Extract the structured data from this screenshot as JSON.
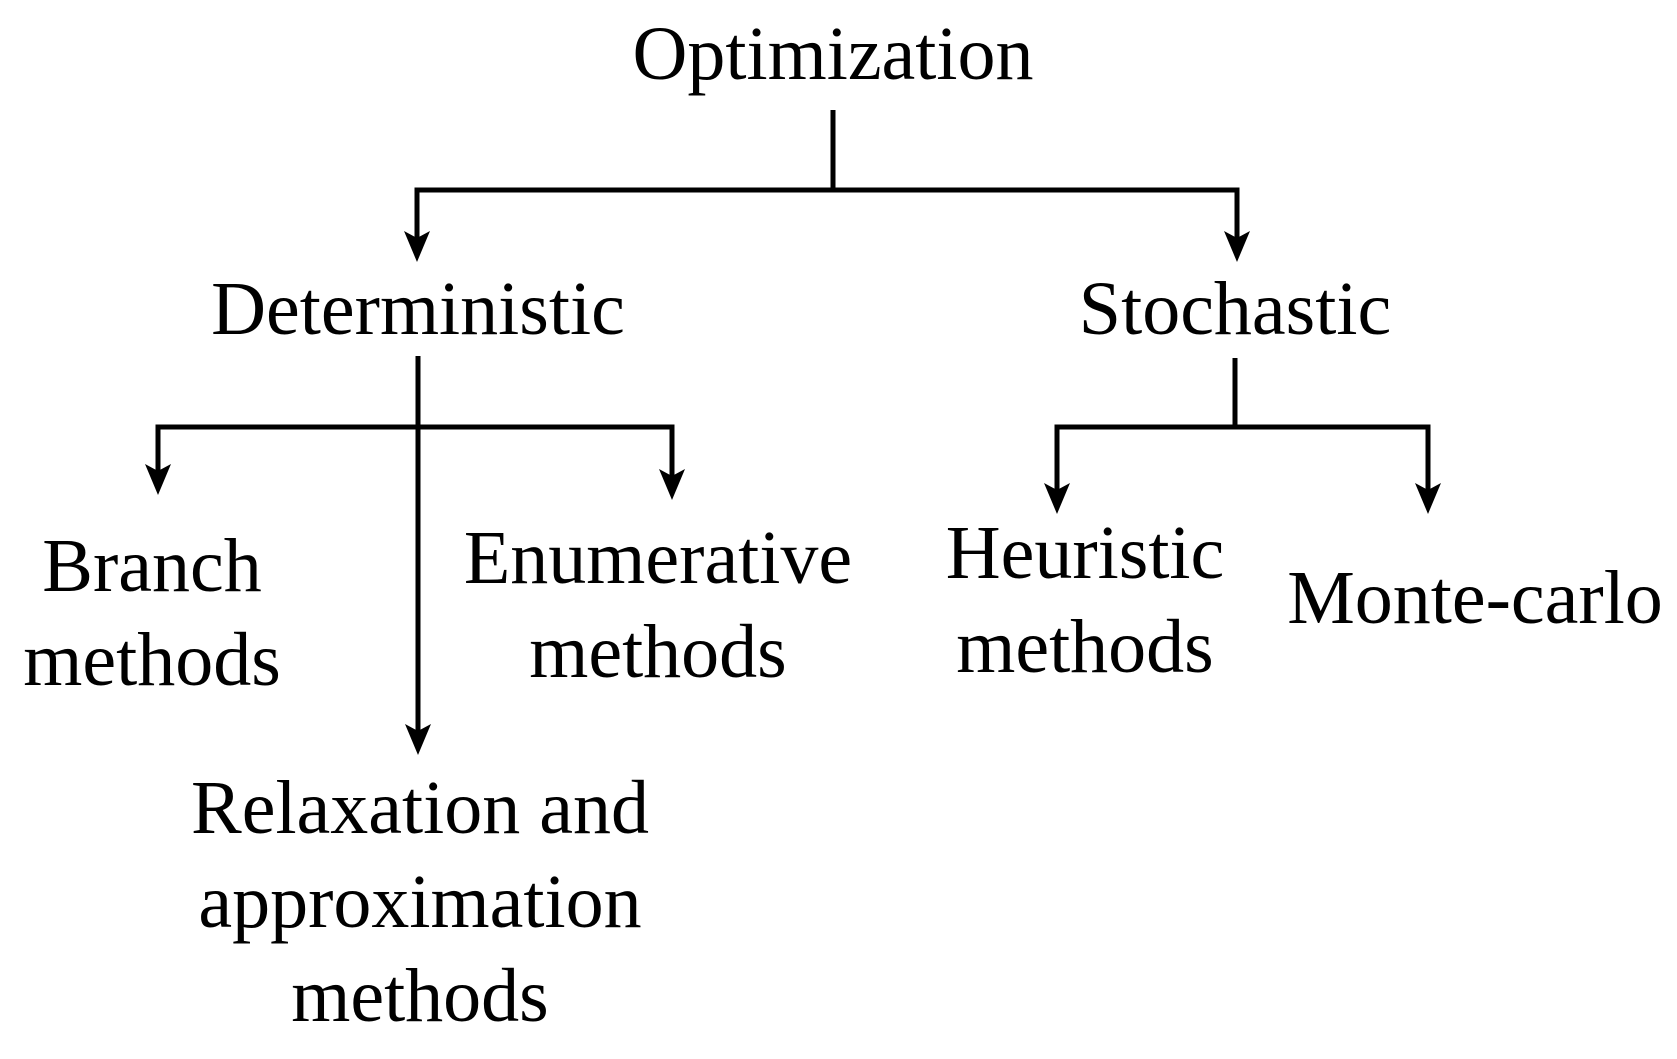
{
  "diagram": {
    "type": "tree",
    "nodes": {
      "root": {
        "label": "Optimization"
      },
      "deterministic": {
        "label": "Deterministic"
      },
      "stochastic": {
        "label": "Stochastic"
      },
      "branch": {
        "label": "Branch\nmethods"
      },
      "enumerative": {
        "label": "Enumerative\nmethods"
      },
      "relaxation": {
        "label": "Relaxation and\napproximation\nmethods"
      },
      "heuristic": {
        "label": "Heuristic\nmethods"
      },
      "monte_carlo": {
        "label": "Monte-carlo"
      }
    },
    "edges": [
      {
        "from": "Optimization",
        "to": "Deterministic"
      },
      {
        "from": "Optimization",
        "to": "Stochastic"
      },
      {
        "from": "Deterministic",
        "to": "Branch methods"
      },
      {
        "from": "Deterministic",
        "to": "Enumerative methods"
      },
      {
        "from": "Deterministic",
        "to": "Relaxation and approximation methods"
      },
      {
        "from": "Stochastic",
        "to": "Heuristic methods"
      },
      {
        "from": "Stochastic",
        "to": "Monte-carlo"
      }
    ],
    "colors": {
      "background": "#ffffff",
      "line": "#000000",
      "text": "#000000"
    }
  }
}
